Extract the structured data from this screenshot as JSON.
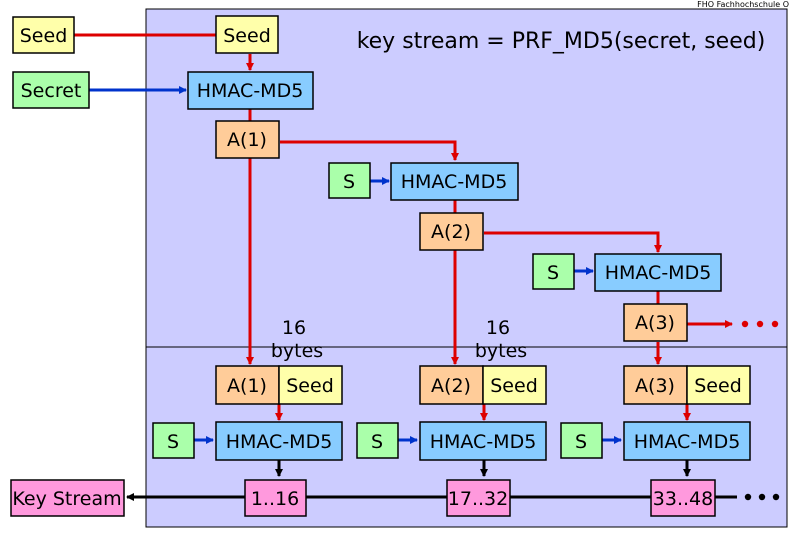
{
  "header": {
    "institution": "FHO Fachhochschule O"
  },
  "title": "key stream = PRF_MD5(secret, seed)",
  "labels": {
    "seed": "Seed",
    "secret": "Secret",
    "hmac": "HMAC-MD5",
    "s": "S",
    "a1": "A(1)",
    "a2": "A(2)",
    "a3": "A(3)",
    "bytes_num": "16",
    "bytes_unit": "bytes",
    "key_stream": "Key Stream",
    "range1": "1..16",
    "range2": "17..32",
    "range3": "33..48"
  },
  "colors": {
    "panel": "#ccccff",
    "seed": "#ffffaa",
    "secret": "#aaffaa",
    "hmac": "#88ccff",
    "a_block": "#ffcc99",
    "key_stream": "#ff99dd",
    "red_arrow": "#dd0000",
    "blue_arrow": "#0033cc",
    "black_arrow": "#000000"
  }
}
